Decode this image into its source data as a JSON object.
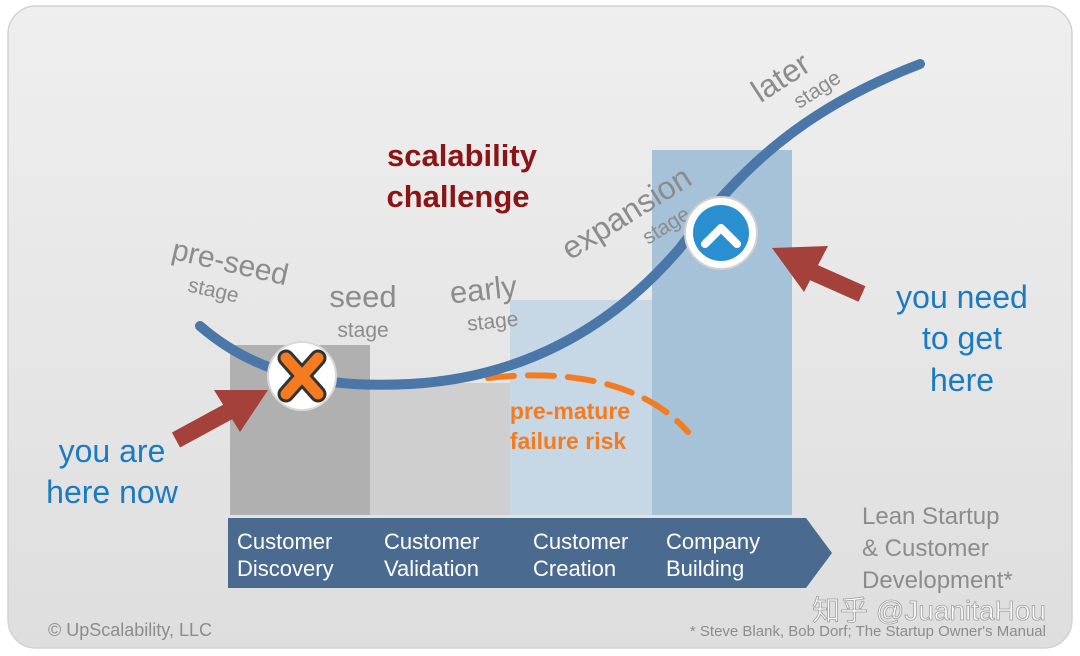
{
  "colors": {
    "background": "#e6e6e6",
    "curve": "#4a76a8",
    "band_dark": "#4a6b8f",
    "arrow": "#a3413a",
    "title": "#8b1414",
    "orange": "#f47b20",
    "blue_text": "#1b7bc0",
    "gray_text": "#8c8c8c"
  },
  "title": [
    "scalability",
    "challenge"
  ],
  "stages": [
    {
      "name": "pre-seed",
      "sub": "stage"
    },
    {
      "name": "seed",
      "sub": "stage"
    },
    {
      "name": "early",
      "sub": "stage"
    },
    {
      "name": "expansion",
      "sub": "stage"
    },
    {
      "name": "later",
      "sub": "stage"
    }
  ],
  "process_steps": [
    {
      "line1": "Customer",
      "line2": "Discovery"
    },
    {
      "line1": "Customer",
      "line2": "Validation"
    },
    {
      "line1": "Customer",
      "line2": "Creation"
    },
    {
      "line1": "Company",
      "line2": "Building"
    }
  ],
  "methodology": [
    "Lean Startup",
    "& Customer",
    "Development*"
  ],
  "you_are_here": [
    "you are",
    "here now"
  ],
  "you_need": [
    "you need",
    "to get",
    "here"
  ],
  "failure_risk": [
    "pre-mature",
    "failure risk"
  ],
  "markers": {
    "current": "x-marker-icon",
    "target": "chevron-up-icon"
  },
  "copyright": "© UpScalability, LLC",
  "source_note": "* Steve Blank, Bob Dorf; The Startup Owner's Manual",
  "watermark": "知乎 @JuanitaHou"
}
